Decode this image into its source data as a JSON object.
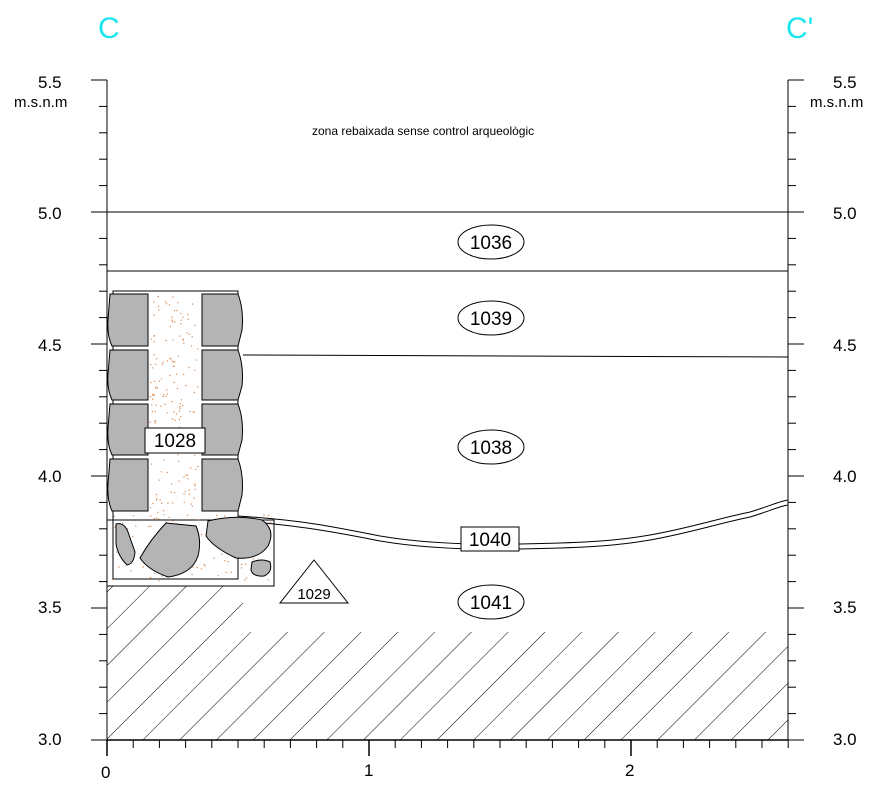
{
  "section": {
    "start_label": "C",
    "end_label": "C'"
  },
  "note": "zona rebaixada sense control arqueològic",
  "y_axis": {
    "unit": "m.s.n.m",
    "top_label": "5.5",
    "ticks": [
      "5.0",
      "4.5",
      "4.0",
      "3.5",
      "3.0"
    ]
  },
  "x_axis": {
    "ticks": [
      "0",
      "1",
      "2"
    ]
  },
  "units": {
    "u1036": "1036",
    "u1039": "1039",
    "u1038": "1038",
    "u1040": "1040",
    "u1041": "1041",
    "u1028": "1028",
    "u1029": "1029"
  },
  "colors": {
    "section_label": "#19e6f0",
    "stone": "#b4b4b4",
    "fill_dots": "#d9905a"
  }
}
